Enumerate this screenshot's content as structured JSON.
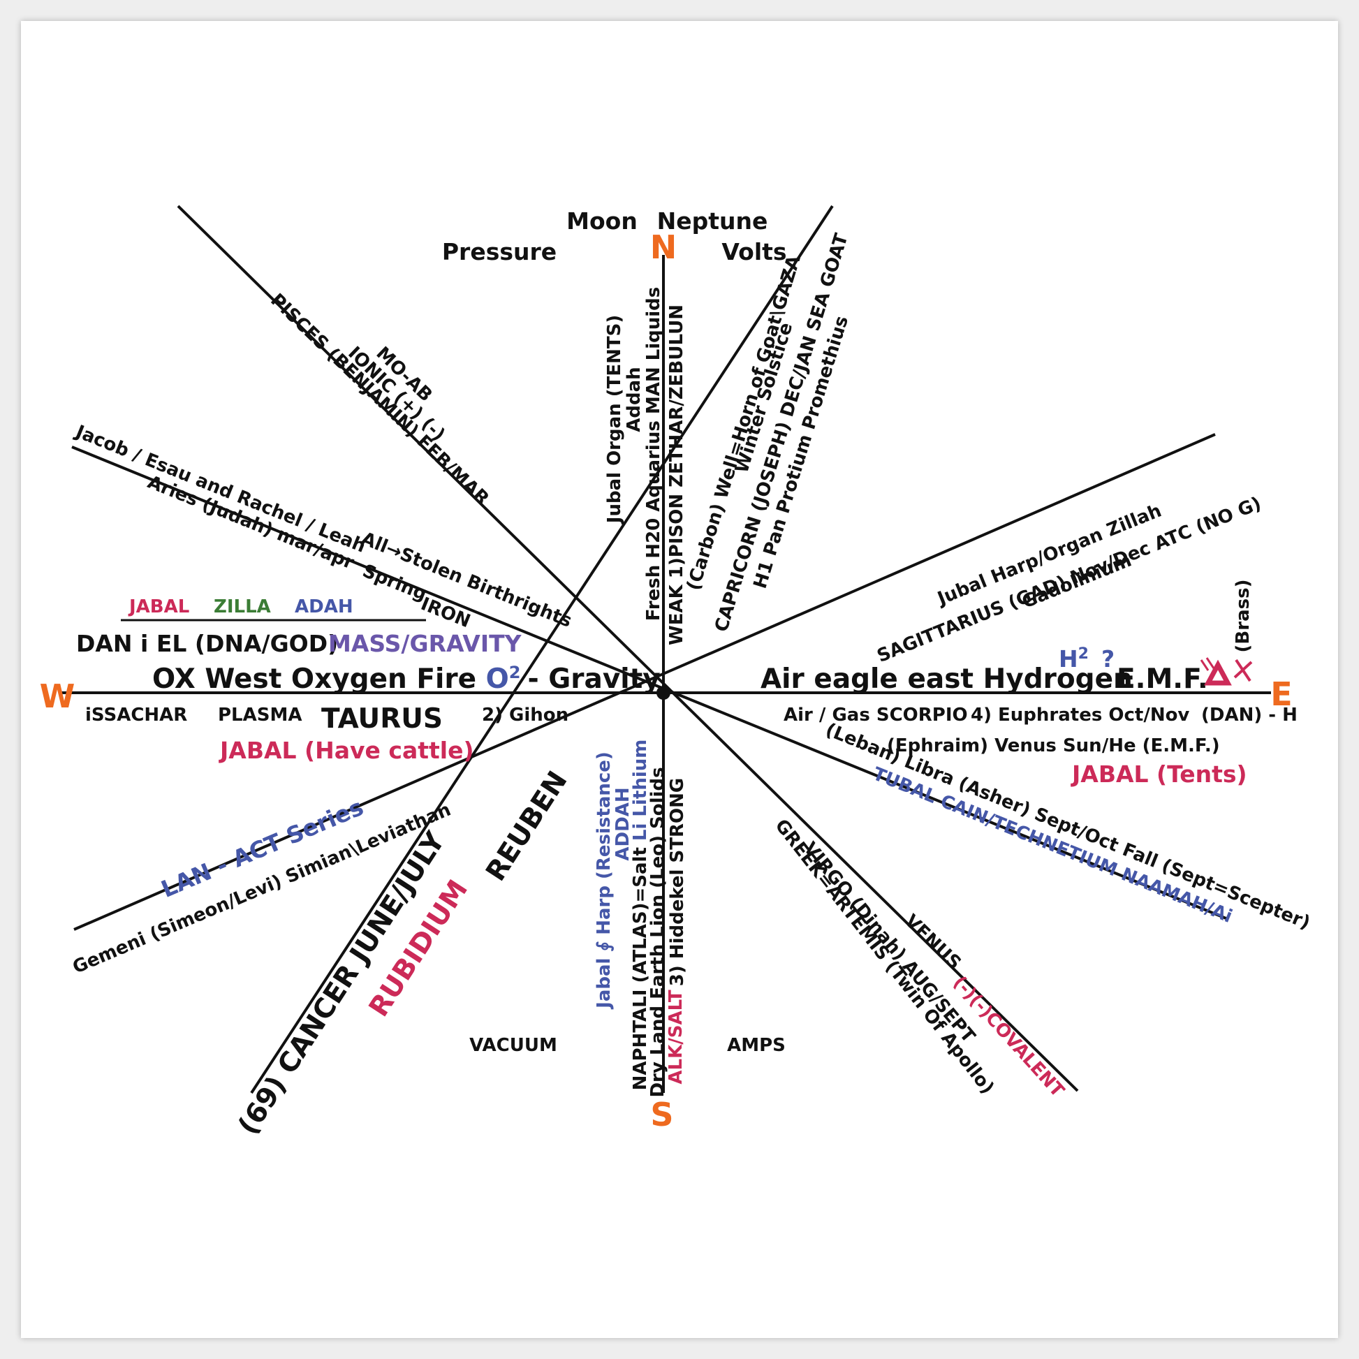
{
  "directions": {
    "north": "N",
    "south": "S",
    "east": "E",
    "west": "W"
  },
  "north": {
    "moon": "Moon",
    "neptune": "Neptune",
    "pressure": "Pressure",
    "volts": "Volts",
    "col1": "Jubal  Organ (TENTS)",
    "col2": "Addah",
    "col3": "Fresh H20  Aquarius   MAN  Liquids",
    "col4": "WEAK  1)PISON  ZETHAR/ZEBULUN"
  },
  "nne": {
    "l1": "(Carbon) Well=Horn of Goat\\GAZA",
    "l2": "Winter Solstice",
    "l3": "CAPRICORN  (JOSEPH)  DEC/JAN SEA GOAT",
    "l4": "H1 Pan Protium Promethius"
  },
  "nw": {
    "l1": "MO-AB",
    "l2": "IONIC  (+)  (-)",
    "l3": "PISCES  (BENJAMIN)  FEB/MAR"
  },
  "wnw": {
    "l1": "Jacob / Esau and Rachel / Leah",
    "l2": "Aries (Judah)    mar/apr",
    "l3": "All→Stolen Birthrights",
    "l4": "Spring",
    "l5": "IRON"
  },
  "west": {
    "jabal": "JABAL",
    "zilla": "ZILLA",
    "adah": "ADAH",
    "dan": "DAN i EL (DNA/GOD)",
    "mass": "MASS/GRAVITY",
    "ox": "OX West Oxygen Fire",
    "o2": "O",
    "o2_sup": "2",
    "gravity": "- Gravity",
    "issachar": "iSSACHAR",
    "plasma": "PLASMA",
    "taurus": "TAURUS",
    "gihon": "2) Gihon",
    "jabal_cattle": "JABAL (Have cattle)"
  },
  "ene": {
    "l1": "Jubal Harp/Organ Zillah",
    "l2": "SAGITTARIUS (GAD) Nov/Dec ATC (NO G)",
    "l3": "Gadolinium"
  },
  "east": {
    "brass": "(Brass)",
    "h2": "H",
    "h2_sup": "2",
    "h2_q": "?",
    "air": "Air eagle east Hydrogen",
    "emf": "E.M.F.",
    "gas": "Air / Gas SCORPIO",
    "euphrates": "4) Euphrates  Oct/Nov",
    "dan_h": "(DAN) - H",
    "ephraim": "(Ephraim) Venus Sun/He (E.M.F.)",
    "jabal_tents": "JABAL (Tents)"
  },
  "ese": {
    "l1": "(Leban) Libra (Asher) Sept/Oct Fall (Sept=Scepter)",
    "l2": "TUBAL CAIN/TECHNETIUM NAAMAH/Ai"
  },
  "sse": {
    "l1": "VENUS",
    "l2": "VIRGO (Dinah) AUG/SEPT",
    "l3": "GREEK=ARTEMIS (Twin Of Apollo)",
    "l4": "(-)(-)COVALENT"
  },
  "wsw": {
    "l1": "LAN - ACT Series",
    "l2": "Gemeni (Simeon/Levi) Simian\\Leviathan"
  },
  "ssw": {
    "reuben": "REUBEN",
    "cancer": "(69) CANCER JUNE/JULY",
    "rubidium": "RUBIDIUM"
  },
  "south": {
    "col1": "Jabal ∮ Harp (Resistance)",
    "col2": "ADDAH",
    "col3a": "NAPHTALI  (ATLAS)=Salt ",
    "col3b": "Li Lithium",
    "col4": "Dry Land Earth Lion (Leo) Solids",
    "col5": "ALK/SALT",
    "col6": "3) Hiddekel  STRONG",
    "vacuum": "VACUUM",
    "amps": "AMPS"
  },
  "colors": {
    "orange": "#ee6a1f",
    "red": "#cc2a58",
    "blue": "#4557a8",
    "green": "#3b7d35",
    "purple": "#6a57aa"
  }
}
